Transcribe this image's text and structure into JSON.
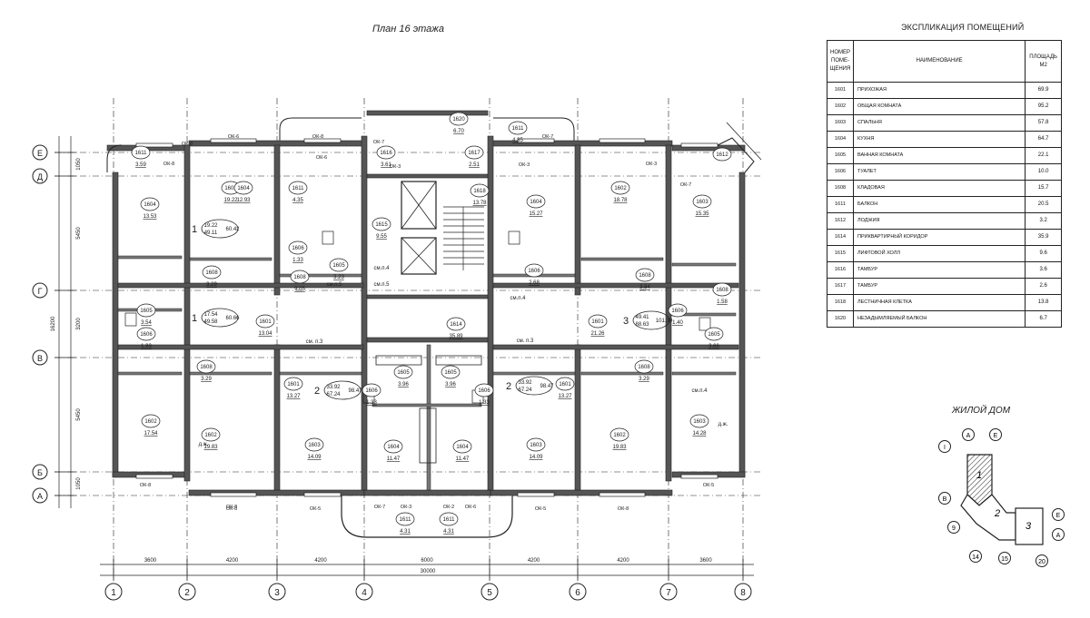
{
  "floor_plan": {
    "title": "План 16 этажа",
    "axes_letters": [
      "Е",
      "Д",
      "Г",
      "В",
      "Б",
      "А"
    ],
    "axes_numbers": [
      "1",
      "2",
      "3",
      "4",
      "5",
      "6",
      "7",
      "8"
    ],
    "vertical_dims": [
      "1050",
      "5450",
      "3200",
      "5450",
      "1050"
    ],
    "vertical_total": "16200",
    "horizontal_dims": [
      "3600",
      "4200",
      "4200",
      "6000",
      "4200",
      "4200",
      "3600"
    ],
    "horizontal_total": "30000",
    "apartments": [
      {
        "num": "1",
        "a": "19.22",
        "b": "49.11",
        "c": "60.42"
      },
      {
        "num": "1",
        "a": "17.54",
        "b": "49.58",
        "c": "60.66"
      },
      {
        "num": "2",
        "a": "33.92",
        "b": "67.24",
        "c": "98.47"
      },
      {
        "num": "2",
        "a": "33.92",
        "b": "67.24",
        "c": "98.47"
      },
      {
        "num": "3",
        "a": "49.41",
        "b": "88.63",
        "c": "101.39"
      }
    ],
    "rooms": [
      {
        "code": "1611",
        "area": "3.59"
      },
      {
        "code": "1611",
        "area": "4.35"
      },
      {
        "code": "1620",
        "area": "6.70"
      },
      {
        "code": "1611",
        "area": "4.35"
      },
      {
        "code": "1612",
        "area": ""
      },
      {
        "code": "1604",
        "area": "13.53"
      },
      {
        "code": "1602",
        "area": "19.22"
      },
      {
        "code": "1604",
        "area": "12.93"
      },
      {
        "code": "1616",
        "area": "3.61"
      },
      {
        "code": "1617",
        "area": "2.51"
      },
      {
        "code": "1618",
        "area": "13.78"
      },
      {
        "code": "1604",
        "area": "15.27"
      },
      {
        "code": "1602",
        "area": "18.78"
      },
      {
        "code": "1603",
        "area": "15.35"
      },
      {
        "code": "1615",
        "area": "9.55"
      },
      {
        "code": "1606",
        "area": "1.33"
      },
      {
        "code": "1605",
        "area": "3.23"
      },
      {
        "code": "1606",
        "area": "2.68"
      },
      {
        "code": "1608",
        "area": "3.29"
      },
      {
        "code": "1608",
        "area": "9.05"
      },
      {
        "code": "1608",
        "area": "3.84"
      },
      {
        "code": "1608",
        "area": "1.58"
      },
      {
        "code": "1605",
        "area": "3.54"
      },
      {
        "code": "1606",
        "area": "1.93"
      },
      {
        "code": "1601",
        "area": "13.04"
      },
      {
        "code": "1614",
        "area": "35.89"
      },
      {
        "code": "1601",
        "area": "21.26"
      },
      {
        "code": "1606",
        "area": "1.40"
      },
      {
        "code": "1605",
        "area": "3.66"
      },
      {
        "code": "1608",
        "area": "3.29"
      },
      {
        "code": "1601",
        "area": "13.27"
      },
      {
        "code": "1605",
        "area": "3.96"
      },
      {
        "code": "1605",
        "area": "3.96"
      },
      {
        "code": "1606",
        "area": "1.33"
      },
      {
        "code": "1606",
        "area": "1.33"
      },
      {
        "code": "1601",
        "area": "13.27"
      },
      {
        "code": "1608",
        "area": "3.29"
      },
      {
        "code": "1602",
        "area": "17.54"
      },
      {
        "code": "1602",
        "area": "19.83"
      },
      {
        "code": "1603",
        "area": "14.09"
      },
      {
        "code": "1604",
        "area": "11.47"
      },
      {
        "code": "1604",
        "area": "11.47"
      },
      {
        "code": "1603",
        "area": "14.09"
      },
      {
        "code": "1602",
        "area": "19.83"
      },
      {
        "code": "1603",
        "area": "14.28"
      },
      {
        "code": "1611",
        "area": "4.31"
      },
      {
        "code": "1611",
        "area": "4.31"
      }
    ],
    "window_marks": [
      "ОК-8",
      "ОК-6",
      "ОК-8",
      "ОК-7",
      "ОК-3",
      "ОК-6",
      "ОК-8",
      "ОК-8",
      "ОК-3",
      "ОК-7",
      "ОК-3",
      "ОК-7",
      "ОК-8",
      "ОК-8",
      "ОК-5",
      "ОК-7",
      "ОК-3",
      "ОК-2",
      "ОК-6",
      "ОК-5",
      "ОК-8",
      "ОК-5"
    ],
    "stair_sections": [
      "см.п.5",
      "см.п.4",
      "см.п.5",
      "см.п.4",
      "см. п.3",
      "см. п.3",
      "см.п.4"
    ],
    "shaft_labels": [
      "д.ж.",
      "д.ж."
    ]
  },
  "explication": {
    "title": "ЭКСПЛИКАЦИЯ ПОМЕЩЕНИЙ",
    "headers": [
      "НОМЕР ПОМЕ- ЩЕНИЯ",
      "НАИМЕНОВАНИЕ",
      "ПЛОЩАДЬ М2"
    ],
    "rows": [
      {
        "num": "1601",
        "name": "ПРИХОЖАЯ",
        "area": "69.9"
      },
      {
        "num": "1602",
        "name": "ОБЩАЯ КОМНАТА",
        "area": "95.2"
      },
      {
        "num": "1603",
        "name": "СПАЛЬНЯ",
        "area": "57.8"
      },
      {
        "num": "1604",
        "name": "КУХНЯ",
        "area": "64.7"
      },
      {
        "num": "1605",
        "name": "ВАННАЯ КОМНАТА",
        "area": "22.1"
      },
      {
        "num": "1606",
        "name": "ТУАЛЕТ",
        "area": "10.0"
      },
      {
        "num": "1608",
        "name": "КЛАДОВАЯ",
        "area": "15.7"
      },
      {
        "num": "1611",
        "name": "БАЛКОН",
        "area": "20.5"
      },
      {
        "num": "1612",
        "name": "ЛОДЖИЯ",
        "area": "3.2"
      },
      {
        "num": "1614",
        "name": "ПРИКВАРТИРНЫЙ КОРИДОР",
        "area": "35.9"
      },
      {
        "num": "1615",
        "name": "ЛИФТОВОЙ ХОЛЛ",
        "area": "9.6"
      },
      {
        "num": "1616",
        "name": "ТАМБУР",
        "area": "3.6"
      },
      {
        "num": "1617",
        "name": "ТАМБУР",
        "area": "2.6"
      },
      {
        "num": "1618",
        "name": "ЛЕСТНИЧНАЯ КЛЕТКА",
        "area": "13.8"
      },
      {
        "num": "1620",
        "name": "НЕЗАДЫМЛЯЕМЫЙ БАЛКОН",
        "area": "6.7"
      }
    ]
  },
  "key_plan": {
    "title": "ЖИЛОЙ ДОМ",
    "sections": [
      "1",
      "2",
      "3"
    ],
    "axis_marks": [
      "I",
      "А",
      "Е",
      "В",
      "9",
      "14",
      "15",
      "Е",
      "А",
      "20"
    ]
  },
  "colors": {
    "ink": "#1a1a1a",
    "wall": "#333333",
    "paper": "#ffffff"
  }
}
